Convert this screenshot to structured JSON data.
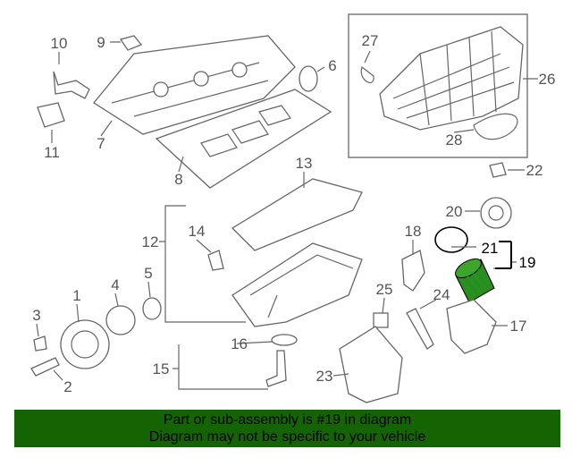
{
  "diagram": {
    "callouts": [
      "1",
      "2",
      "3",
      "4",
      "5",
      "6",
      "7",
      "8",
      "9",
      "10",
      "11",
      "12",
      "13",
      "14",
      "15",
      "16",
      "17",
      "18",
      "19",
      "20",
      "21",
      "22",
      "23",
      "24",
      "25",
      "26",
      "27",
      "28"
    ],
    "highlighted_part": "19",
    "highlight_color": "#2e8b1e"
  },
  "banner": {
    "line1": "Part or sub-assembly is #19 in diagram",
    "line2": "Diagram may not be specific to your vehicle",
    "background": "#146404"
  }
}
